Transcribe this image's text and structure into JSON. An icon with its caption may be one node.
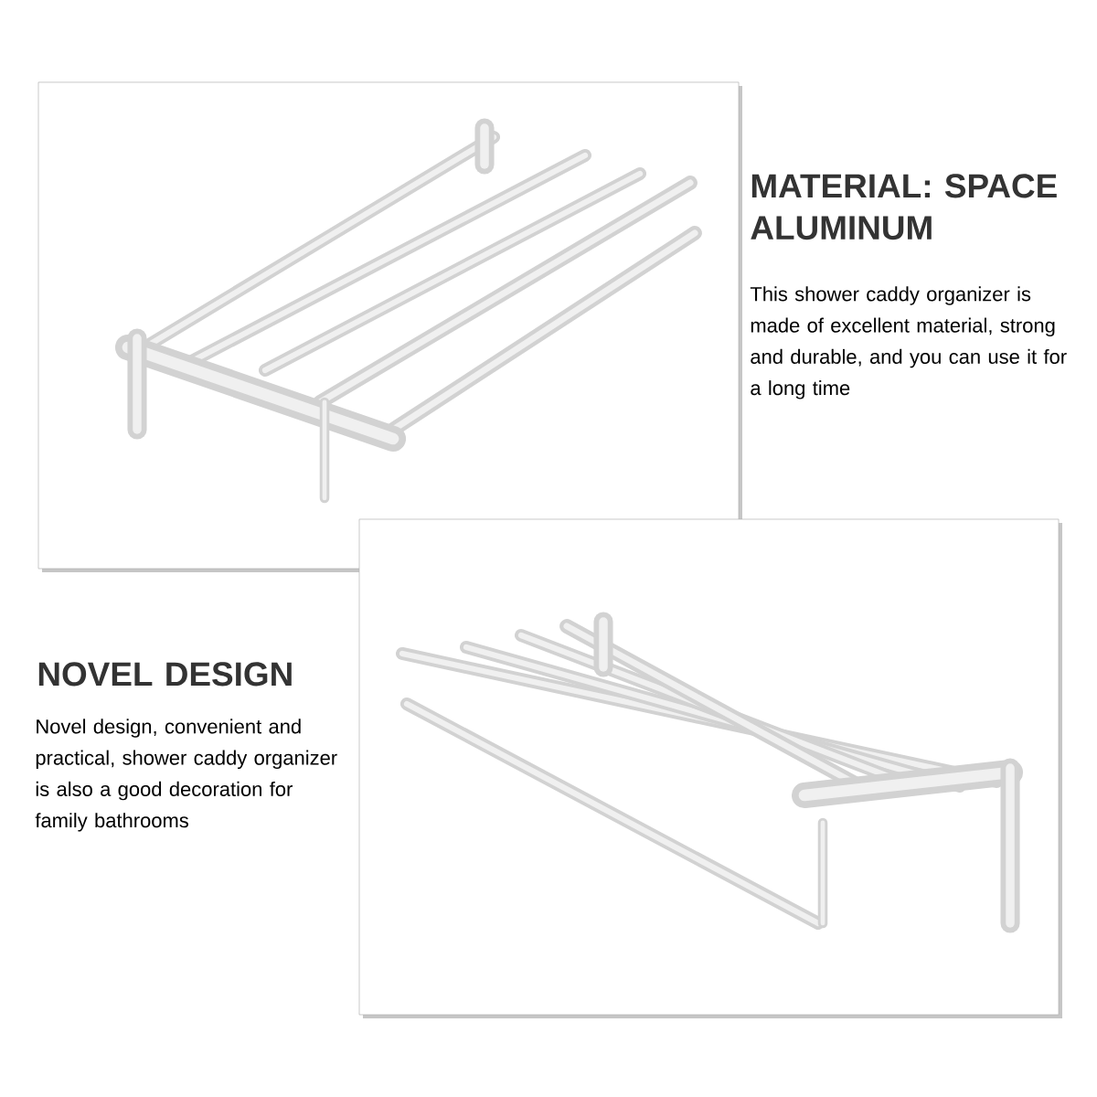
{
  "diagram": {
    "labels": [
      "MATERIAL: SPACE ALUMINUM",
      "This shower caddy organizer is made of excellent material, strong and durable, and you can use it for a long time",
      "NOVEL DESIGN",
      "Novel design, convenient and practical, shower caddy organizer is also a good decoration for family bathrooms"
    ]
  }
}
